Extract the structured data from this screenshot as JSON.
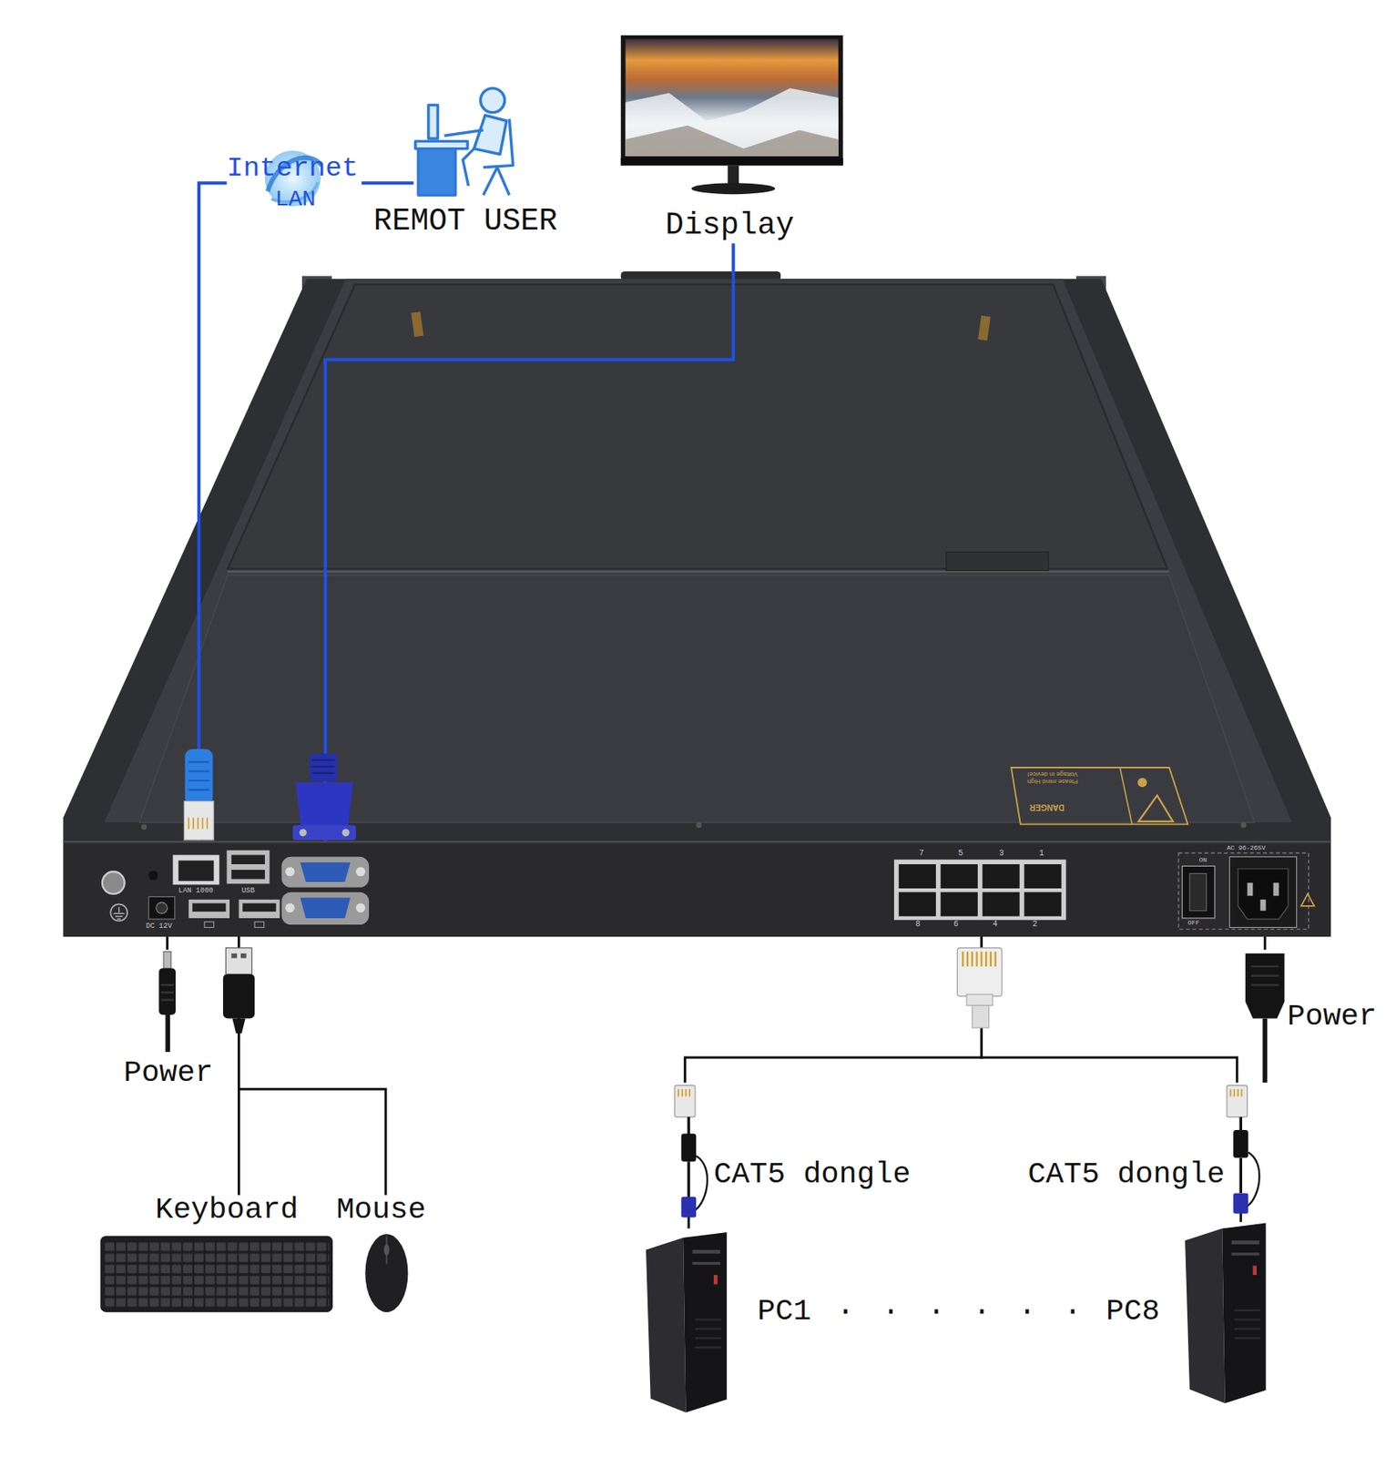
{
  "diagram": {
    "nodes": [
      {
        "text": [
          "Internet",
          "LAN"
        ]
      },
      {
        "text": [
          "REMOT USER"
        ]
      },
      {
        "text": [
          "Display"
        ]
      },
      {
        "text": [
          "LAN 1000",
          "USB",
          "DC 12V",
          "7",
          "5",
          "3",
          "1",
          "8",
          "6",
          "4",
          "2",
          "ON",
          "OFF",
          "AC 96-265V"
        ]
      },
      {
        "text": [
          "Power"
        ]
      },
      {
        "text": [
          "Keyboard"
        ]
      },
      {
        "text": [
          "Mouse"
        ]
      },
      {
        "text": [
          "CAT5 dongle"
        ]
      },
      {
        "text": [
          "CAT5 dongle"
        ]
      },
      {
        "text": [
          "PC1"
        ]
      },
      {
        "text": [
          "PC8"
        ]
      },
      {
        "text": [
          "Power"
        ]
      }
    ],
    "edges": [
      {
        "from": 0,
        "to": 1,
        "arrow": "none"
      },
      {
        "from": 0,
        "to": 3,
        "arrow": "none"
      },
      {
        "from": 2,
        "to": 3,
        "arrow": "none"
      },
      {
        "from": 3,
        "to": 4,
        "arrow": "none"
      },
      {
        "from": 3,
        "to": 5,
        "arrow": "none"
      },
      {
        "from": 3,
        "to": 6,
        "arrow": "none"
      },
      {
        "from": 3,
        "to": 7,
        "arrow": "none"
      },
      {
        "from": 3,
        "to": 8,
        "arrow": "none"
      },
      {
        "from": 7,
        "to": 9,
        "arrow": "none"
      },
      {
        "from": 8,
        "to": 10,
        "arrow": "none"
      },
      {
        "from": 3,
        "to": 11,
        "arrow": "none"
      }
    ],
    "labels": [
      "DANGER",
      "Please mind High Voltage in device!",
      "· · · · · ·"
    ]
  }
}
